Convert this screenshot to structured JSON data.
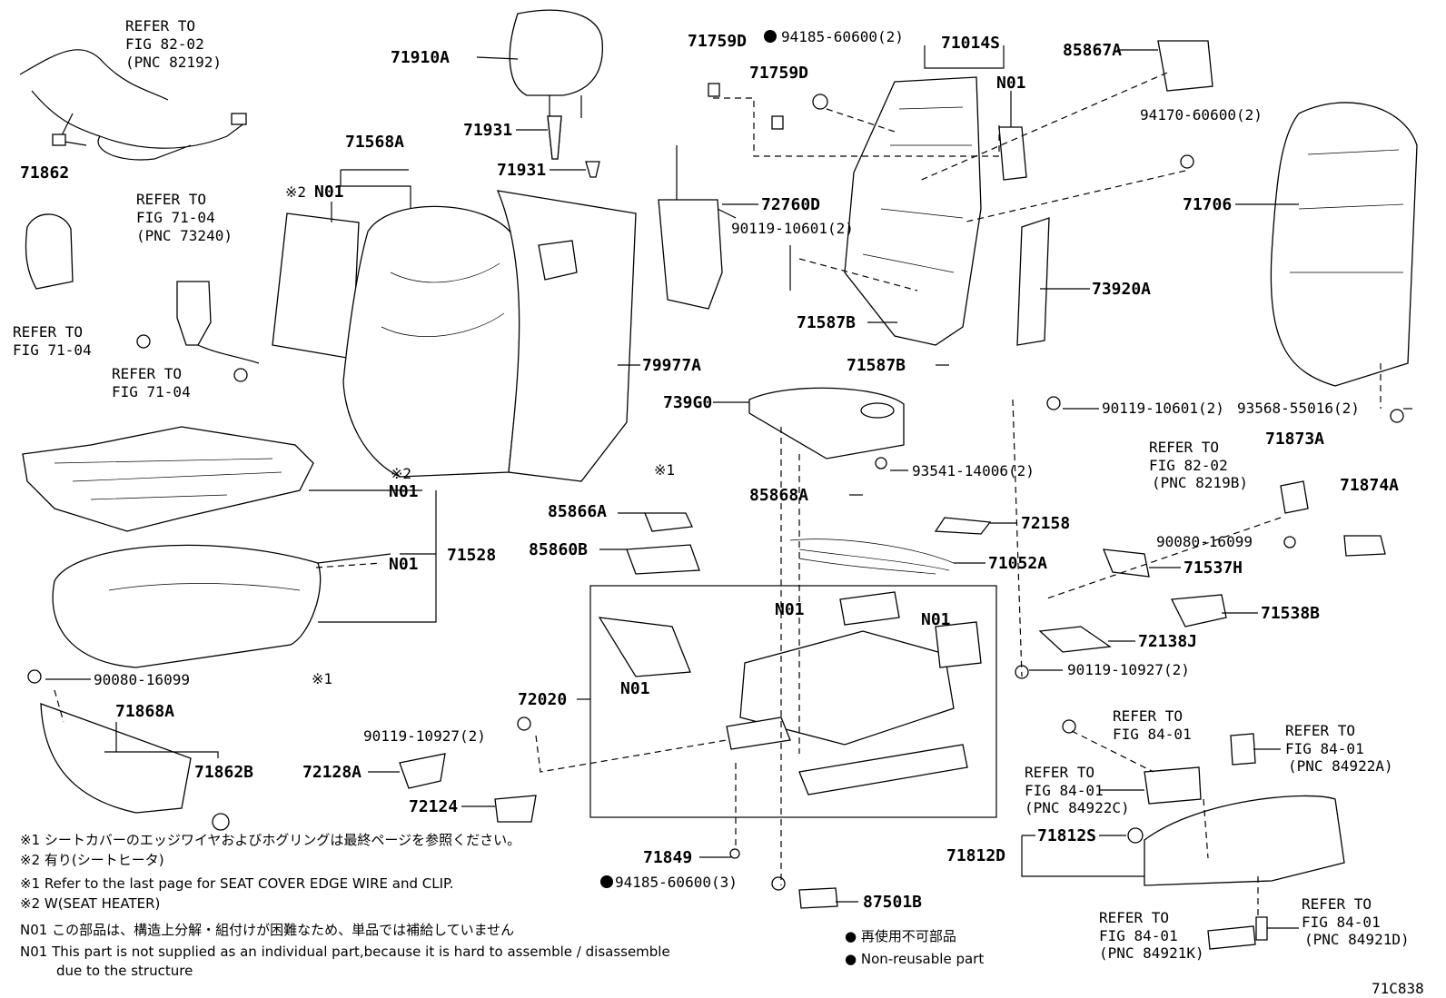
{
  "callouts": {
    "p71910A": "71910A",
    "p71931a": "71931",
    "p71931b": "71931",
    "p71759D_a": "71759D",
    "p71759D_b": "71759D",
    "p94185_top": "94185-60600(2)",
    "p71014S": "71014S",
    "n01_frame": "N01",
    "p85867A": "85867A",
    "p94170": "94170-60600(2)",
    "p71706": "71706",
    "p71568A": "71568A",
    "n01_back": "N01",
    "mark2_back": "※2",
    "p72760D": "72760D",
    "p90119_a": "90119-10601(2)",
    "p71587B_a": "71587B",
    "p73920A": "73920A",
    "p71587B_b": "71587B",
    "p79977A": "79977A",
    "p739G0": "739G0",
    "p90119_b": "90119-10601(2)",
    "p93568": "93568-55016(2)",
    "p71862": "71862",
    "p71528": "71528",
    "n01_seat_a": "N01",
    "mark2_seat": "※2",
    "n01_seat_b": "N01",
    "mark1_a": "※1",
    "mark1_b": "※1",
    "p93541": "93541-14006(2)",
    "p85868A": "85868A",
    "p72158": "72158",
    "p85866A": "85866A",
    "p85860B": "85860B",
    "p71052A": "71052A",
    "p71873A": "71873A",
    "p71874A": "71874A",
    "p90080_b": "90080-16099",
    "p71537H": "71537H",
    "p71538B": "71538B",
    "p72138J": "72138J",
    "p90119_c": "90119-10927(2)",
    "n01_motor_a": "N01",
    "n01_motor_b": "N01",
    "n01_track": "N01",
    "p72020": "72020",
    "p90080_a": "90080-16099",
    "p71868A": "71868A",
    "p71862B": "71862B",
    "p90119_d": "90119-10927(2)",
    "p72128A": "72128A",
    "p72124": "72124",
    "p71849": "71849",
    "p94185_bot": "94185-60600(3)",
    "p87501B": "87501B",
    "p71812S": "71812S",
    "p71812D": "71812D",
    "fig_code": "71C838"
  },
  "refs": {
    "r1": [
      "REFER TO",
      "FIG 82-02",
      "(PNC 82192)"
    ],
    "r2": [
      "REFER TO",
      "FIG 71-04",
      "(PNC 73240)"
    ],
    "r3": [
      "REFER TO",
      "FIG 71-04"
    ],
    "r4": [
      "REFER TO",
      "FIG 71-04"
    ],
    "r5": [
      "REFER TO",
      "FIG 82-02",
      "(PNC 8219B)"
    ],
    "r6": [
      "REFER TO",
      "FIG 84-01"
    ],
    "r7": [
      "REFER TO",
      "FIG 84-01",
      "(PNC 84922A)"
    ],
    "r8": [
      "REFER TO",
      "FIG 84-01",
      "(PNC 84922C)"
    ],
    "r9": [
      "REFER TO",
      "FIG 84-01",
      "(PNC 84921K)"
    ],
    "r10": [
      "REFER TO",
      "FIG 84-01",
      "(PNC 84921D)"
    ]
  },
  "notes": {
    "n1_jp": "※1 シートカバーのエッジワイヤおよびホグリングは最終ページを参照ください。",
    "n2_jp": "※2 有り(シートヒータ)",
    "n1_en": "※1  Refer to the last page for SEAT COVER EDGE WIRE and CLIP.",
    "n2_en": "※2  W(SEAT HEATER)",
    "n3_jp": "N01  この部品は、構造上分解・組付けが困難なため、単品では補給していません",
    "n3_en_1": "N01  This part is not supplied as an individual part,because it is hard to assemble / disassemble",
    "n3_en_2": "due to the structure",
    "legend_jp": "● 再使用不可部品",
    "legend_en": "● Non-reusable part"
  }
}
